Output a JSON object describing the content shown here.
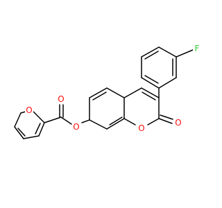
{
  "diagram": {
    "atoms": [
      {
        "id": "O_furan",
        "text": "O",
        "color": "#ff0d0d"
      },
      {
        "id": "O_carbonyl_ester",
        "text": "O",
        "color": "#ff0d0d"
      },
      {
        "id": "O_ester_link",
        "text": "O",
        "color": "#ff0d0d"
      },
      {
        "id": "O_ring",
        "text": "O",
        "color": "#ff0d0d"
      },
      {
        "id": "O_lactone_carbonyl",
        "text": "O",
        "color": "#ff0d0d"
      },
      {
        "id": "F",
        "text": "F",
        "color": "#33cc33"
      }
    ],
    "bond_color": "#000000"
  }
}
